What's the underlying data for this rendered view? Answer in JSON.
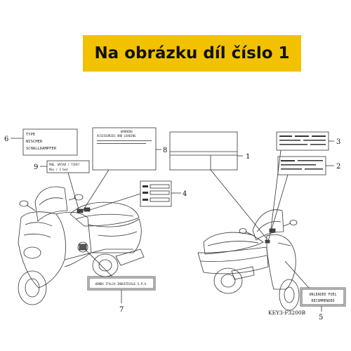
{
  "banner": {
    "title": "Na obrázku díl číslo 1"
  },
  "callouts": [
    "1",
    "2",
    "3",
    "4",
    "5",
    "6",
    "7",
    "8",
    "9"
  ],
  "labels": {
    "label6": [
      "TYPE",
      "WISCHER",
      "SCHALLDAMPFER"
    ],
    "label8": [
      "WARNING",
      "ACCESSORIES AND LOADING"
    ],
    "label9": [
      "PNE. WATAR / TIPE?",
      "Max / 2 bed"
    ],
    "label7": "HONDA ITALIA INDUSTRIALE S.P.A.",
    "label5": [
      "UNLEADED FUEL",
      "RECOMMENDED"
    ]
  },
  "drawing_code": "KEY3-F3200B"
}
